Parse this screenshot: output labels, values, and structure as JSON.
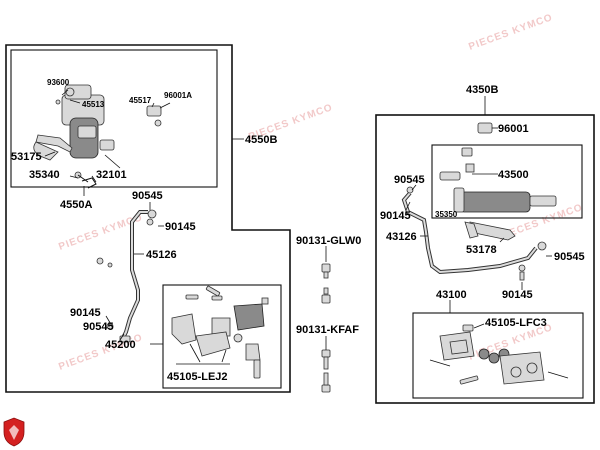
{
  "labels": {
    "l4550B": "4550B",
    "l93600": "93600",
    "l45513": "45513",
    "l45517": "45517",
    "l96001A": "96001A",
    "l53175": "53175",
    "l32101": "32101",
    "l35340": "35340",
    "l4550A": "4550A",
    "l90545_a": "90545",
    "l90145_a": "90145",
    "l45126": "45126",
    "l90145_b": "90145",
    "l90545_b": "90545",
    "l45200": "45200",
    "l45105LEJ2": "45105-LEJ2",
    "l90131GLW0": "90131-GLW0",
    "l90131KFAF": "90131-KFAF",
    "l4350B": "4350B",
    "l96001": "96001",
    "l43500": "43500",
    "l90545_c": "90545",
    "l90145_c": "90145",
    "l35350": "35350",
    "l43126": "43126",
    "l53178": "53178",
    "l90545_d": "90545",
    "l90145_d": "90145",
    "l43100": "43100",
    "l45105LFC3": "45105-LFC3"
  },
  "watermark": "PIECES KYMCO",
  "colors": {
    "logo": "#d42020",
    "watermark": "#f2c9c9"
  }
}
